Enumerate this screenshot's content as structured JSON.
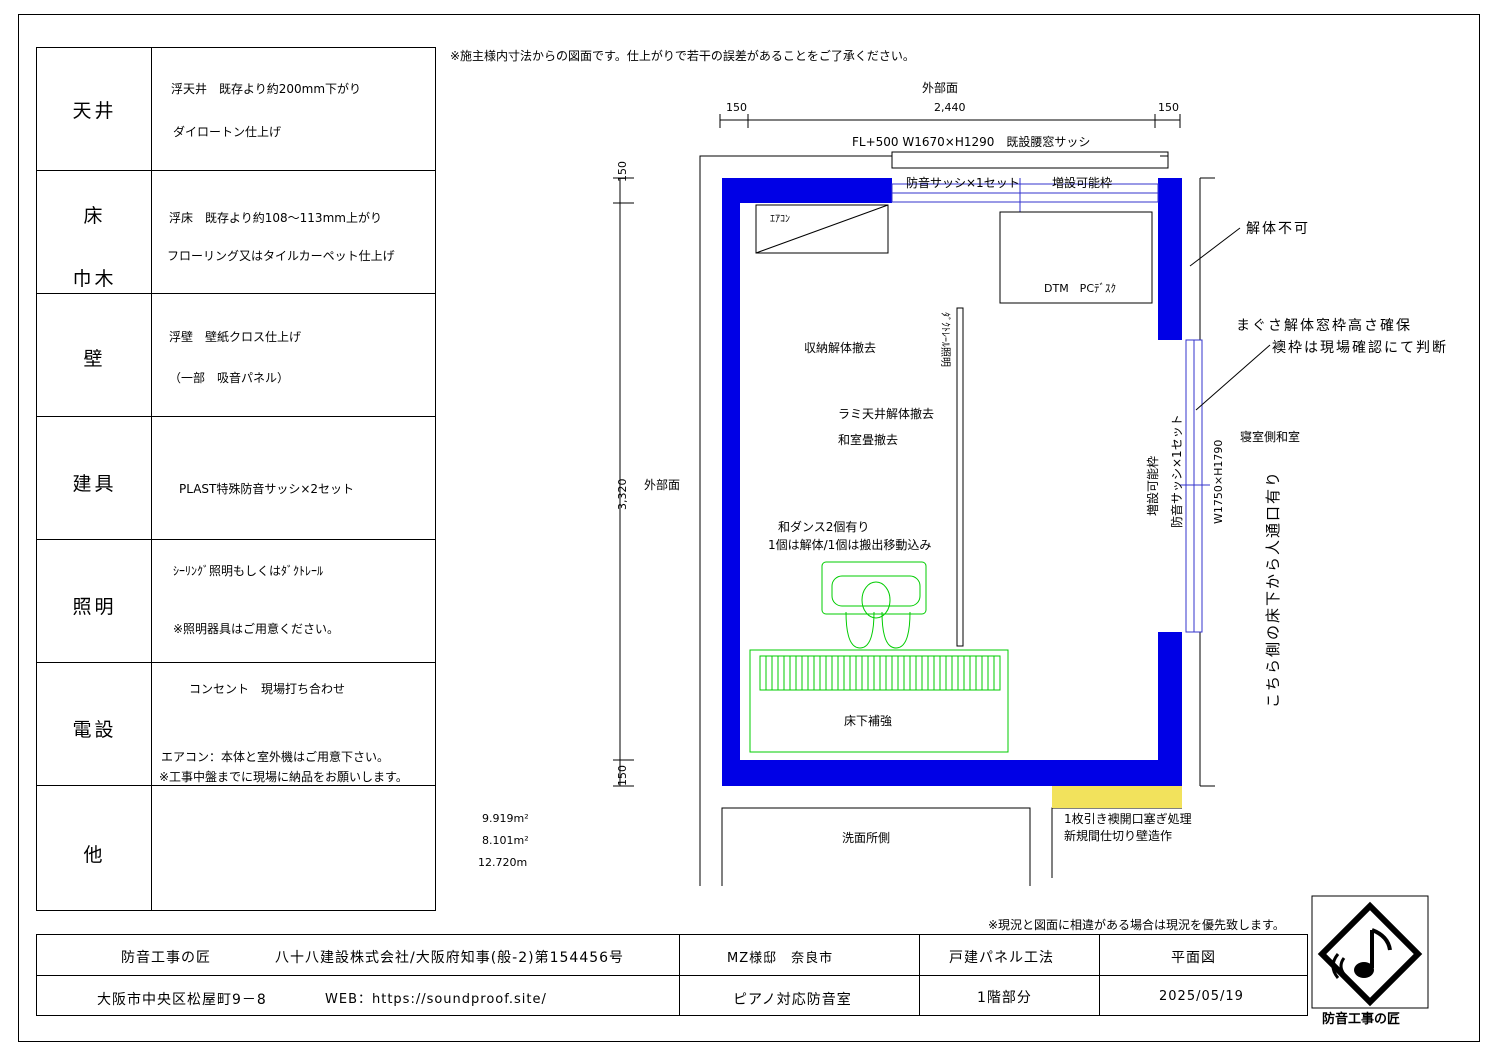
{
  "spec_table": [
    {
      "category": "天井",
      "lines": [
        "浮天井　既存より約200mm下がり",
        "ダイロートン仕上げ"
      ]
    },
    {
      "category": "床",
      "category2": "巾木",
      "lines": [
        "浮床　既存より約108～113mm上がり",
        "フローリング又はタイルカーペット仕上げ"
      ]
    },
    {
      "category": "壁",
      "lines": [
        "浮壁　壁紙クロス仕上げ",
        "（一部　吸音パネル）"
      ]
    },
    {
      "category": "建具",
      "lines": [
        "PLAST特殊防音サッシ×2セット"
      ]
    },
    {
      "category": "照明",
      "lines": [
        "ｼｰﾘﾝｸﾞ照明もしくはﾀﾞｸﾄﾚｰﾙ",
        "※照明器具はご用意ください。"
      ]
    },
    {
      "category": "電設",
      "lines": [
        "コンセント　現場打ち合わせ",
        "エアコン：本体と室外機はご用意下さい。",
        "※工事中盤までに現場に納品をお願いします。"
      ]
    },
    {
      "category": "他",
      "lines": []
    }
  ],
  "notes": {
    "top_note": "※施主様内寸法からの図面です。仕上がりで若干の誤差があることをご了承ください。",
    "bottom_note": "※現況と図面に相違がある場合は現況を優先致します。",
    "area1": "9.919m²",
    "area2": "8.101m²",
    "perimeter": "12.720m"
  },
  "plan": {
    "outside_top": "外部面",
    "dim_150_left": "150",
    "dim_2440": "2,440",
    "dim_150_right": "150",
    "window_top": "FL+500 W1670×H1290　既設腰窓サッシ",
    "sash_top": "防音サッシ×1セット",
    "extend_top": "増設可能枠",
    "aircon": "ｴｱｺﾝ",
    "desk": "DTM　PCﾃﾞｽｸ",
    "no_demolish": "解体不可",
    "frame_note1": "まぐさ解体窓枠高さ確保",
    "frame_note2": "襖枠は現場確認にて判断",
    "storage": "収納解体撤去",
    "duct_rail": "ﾀﾞｸﾄﾚｰﾙ照明",
    "ceiling": "ラミ天井解体撤去",
    "tatami": "和室畳撤去",
    "bedroom": "寝室側和室",
    "extend_side": "増設可能枠",
    "sash_side": "防音サッシ×1セット",
    "window_side": "W1750×H1790",
    "access": "こちら側の床下から人通口有り",
    "dim_150_top": "150",
    "dim_3320": "3,320",
    "dim_150_bottom": "150",
    "outside_left": "外部面",
    "tansu1": "和ダンス2個有り",
    "tansu2": "1個は解体/1個は搬出移動込み",
    "floor_reinforce": "床下補強",
    "fusuma1": "1枚引き襖開口塞ぎ処理",
    "fusuma2": "新規間仕切り壁造作",
    "washroom": "洗面所側"
  },
  "title_block": {
    "company_label": "防音工事の匠",
    "company": "八十八建設株式会社/大阪府知事(般-2)第154456号",
    "address": "大阪市中央区松屋町9－8",
    "web": "WEB：https://soundproof.site/",
    "client": "MZ様邸　奈良市",
    "room": "ピアノ対応防音室",
    "method": "戸建パネル工法",
    "floor": "1階部分",
    "drawing": "平面図",
    "date": "2025/05/19"
  },
  "logo": {
    "text": "防音工事の匠",
    "icon": "music-note-icon"
  },
  "colors": {
    "wall": "#0000e6",
    "furniture": "#00cc00",
    "sash": "#3333cc",
    "patch": "#f2e25c",
    "line": "#000000"
  }
}
